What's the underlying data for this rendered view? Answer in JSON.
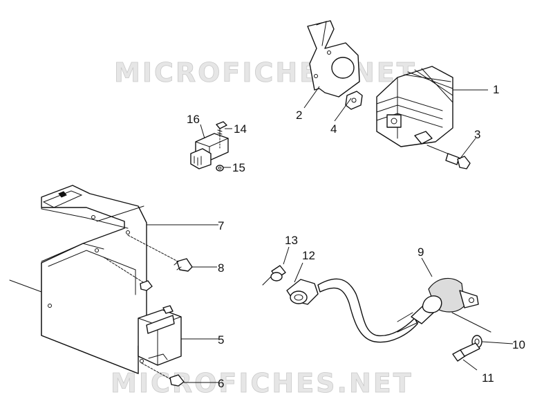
{
  "watermark": {
    "text": "MICROFICHES.NET"
  },
  "callouts": {
    "c1": "1",
    "c2": "2",
    "c3": "3",
    "c4": "4",
    "c5": "5",
    "c6": "6",
    "c7": "7",
    "c8": "8",
    "c9": "9",
    "c10": "10",
    "c11": "11",
    "c12": "12",
    "c13": "13",
    "c14": "14",
    "c15": "15",
    "c16": "16"
  }
}
